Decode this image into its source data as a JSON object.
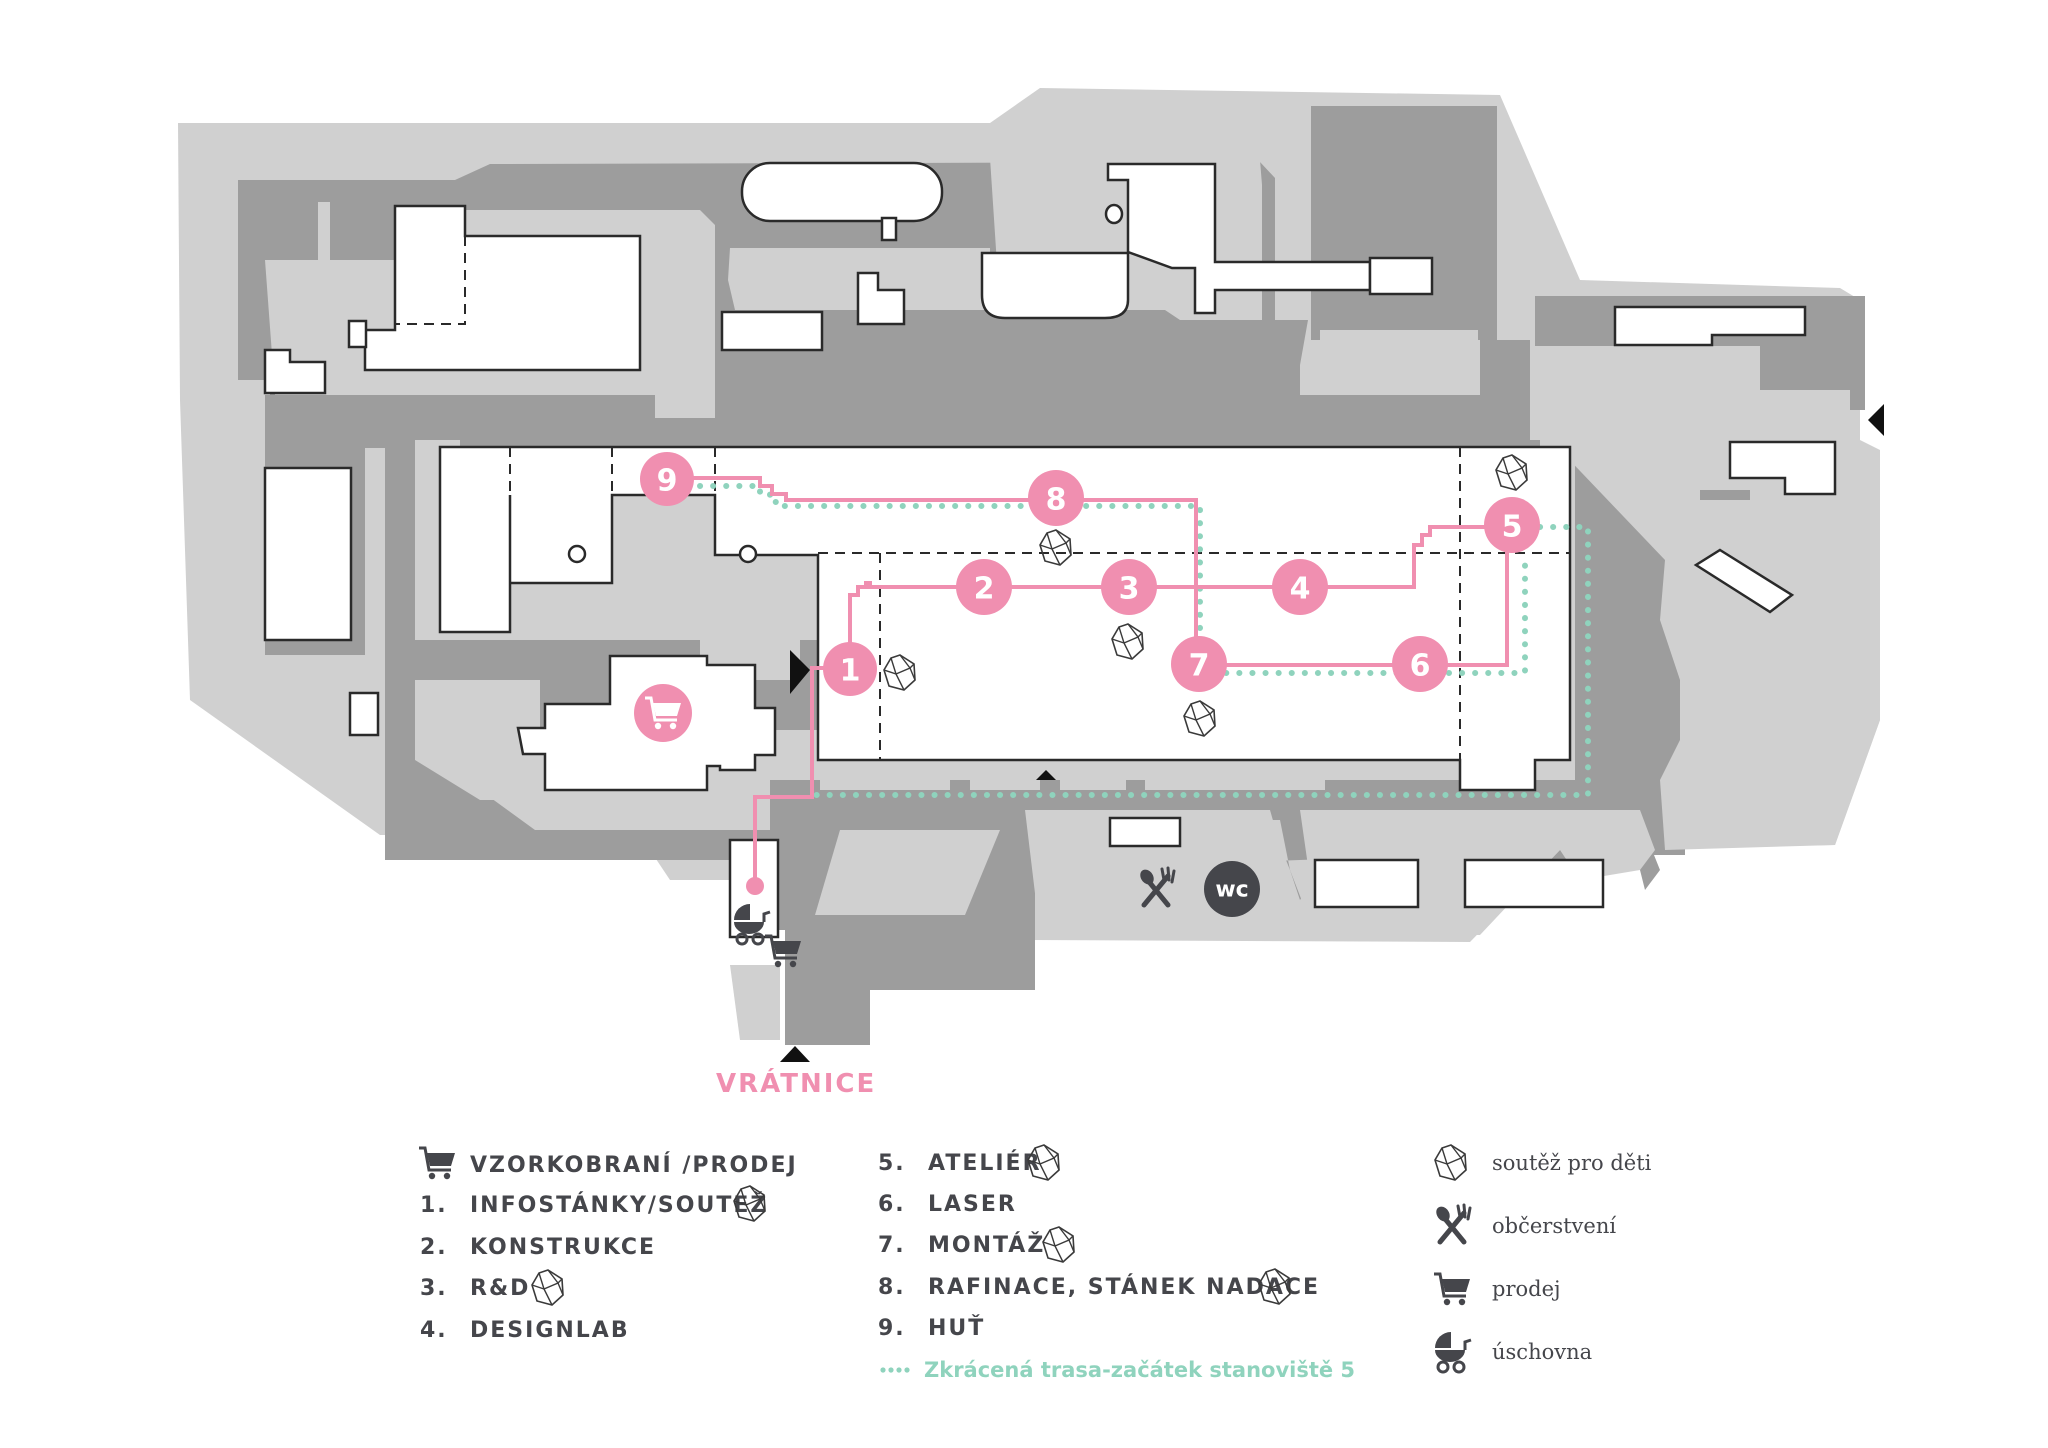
{
  "colors": {
    "ground": "#d0d0d0",
    "road": "#9d9d9d",
    "building": "#ffffff",
    "route": "#f08fb0",
    "short_route": "#8fd3bd",
    "icon": "#45464b"
  },
  "map": {
    "gate_label": "VRÁTNICE",
    "wc_label": "wc",
    "stops": [
      {
        "number": "1"
      },
      {
        "number": "2"
      },
      {
        "number": "3"
      },
      {
        "number": "4"
      },
      {
        "number": "5"
      },
      {
        "number": "6"
      },
      {
        "number": "7"
      },
      {
        "number": "8"
      },
      {
        "number": "9"
      }
    ],
    "icons": [
      "cart-icon",
      "polyhedron-icon",
      "cutlery-icon",
      "stroller-icon",
      "entrance-arrow-icon"
    ]
  },
  "legend": {
    "left": [
      {
        "num": "",
        "label": "VZORKOBRANÍ /PRODEJ",
        "icon": "cart-icon"
      },
      {
        "num": "1.",
        "label": "INFOSTÁNKY/SOUTEŽ",
        "icon": "polyhedron-icon"
      },
      {
        "num": "2.",
        "label": "KONSTRUKCE",
        "icon": ""
      },
      {
        "num": "3.",
        "label": "R&D",
        "icon": "polyhedron-icon"
      },
      {
        "num": "4.",
        "label": "DESIGNLAB",
        "icon": ""
      }
    ],
    "middle": [
      {
        "num": "5.",
        "label": "ATELIÉR",
        "icon": "polyhedron-icon"
      },
      {
        "num": "6.",
        "label": "LASER",
        "icon": ""
      },
      {
        "num": "7.",
        "label": "MONTÁŽ",
        "icon": "polyhedron-icon"
      },
      {
        "num": "8.",
        "label": "RAFINACE, STÁNEK NADACE",
        "icon": "polyhedron-icon"
      },
      {
        "num": "9.",
        "label": "HUŤ",
        "icon": ""
      }
    ],
    "short_route": "Zkrácená trasa-začátek stanoviště 5",
    "symbols": [
      {
        "label": "soutěž pro děti",
        "icon": "polyhedron-icon"
      },
      {
        "label": "občerstvení",
        "icon": "cutlery-icon"
      },
      {
        "label": "prodej",
        "icon": "cart-icon"
      },
      {
        "label": "úschovna",
        "icon": "stroller-icon"
      }
    ]
  }
}
